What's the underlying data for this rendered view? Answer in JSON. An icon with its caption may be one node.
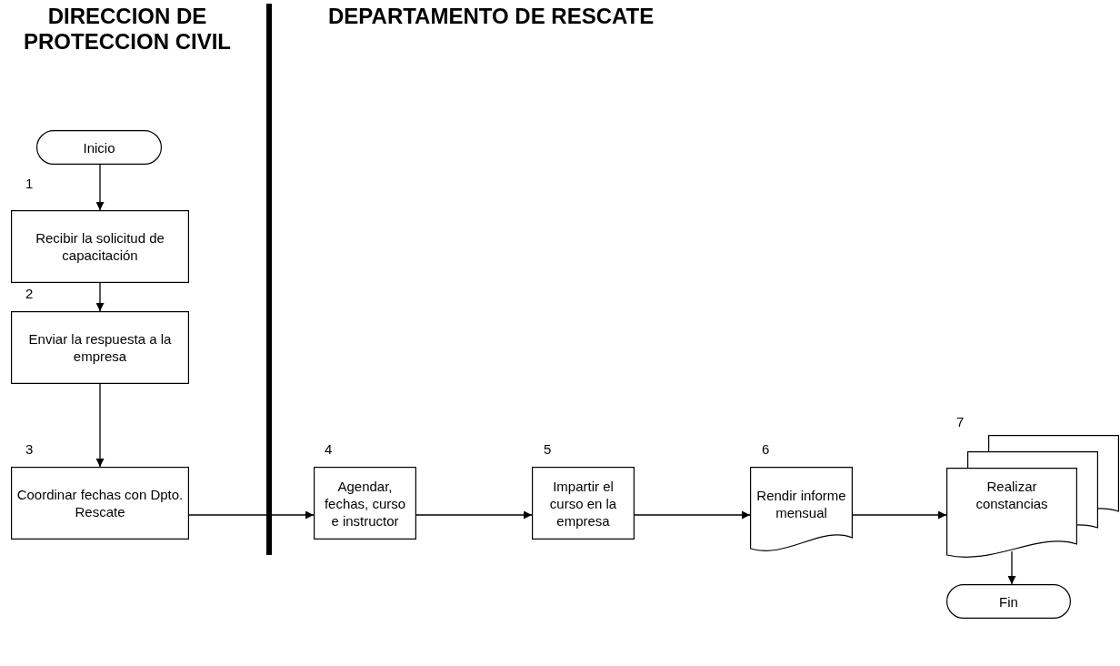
{
  "diagram": {
    "nodes": [
      {
        "text": [
          "Inicio"
        ]
      },
      {
        "text": [
          "Recibir la solicitud de capacitación"
        ],
        "beside": [
          "1"
        ]
      },
      {
        "text": [
          "Enviar la respuesta a la empresa"
        ],
        "beside": [
          "2"
        ]
      },
      {
        "text": [
          "Coordinar fechas con Dpto. Rescate"
        ],
        "beside": [
          "3"
        ]
      },
      {
        "text": [
          "Agendar, fechas, curso e instructor"
        ],
        "beside": [
          "4"
        ]
      },
      {
        "text": [
          "Impartir el curso en la empresa"
        ],
        "beside": [
          "5"
        ]
      },
      {
        "text": [
          "Rendir informe mensual"
        ],
        "beside": [
          "6"
        ]
      },
      {
        "text": [
          "Realizar constancias"
        ],
        "beside": [
          "7"
        ]
      },
      {
        "text": [
          "Fin"
        ]
      }
    ],
    "edges": [
      {
        "from": 0,
        "to": 1,
        "arrow": "to"
      },
      {
        "from": 1,
        "to": 2,
        "arrow": "to"
      },
      {
        "from": 2,
        "to": 3,
        "arrow": "to"
      },
      {
        "from": 3,
        "to": 4,
        "arrow": "to"
      },
      {
        "from": 4,
        "to": 5,
        "arrow": "to"
      },
      {
        "from": 5,
        "to": 6,
        "arrow": "to"
      },
      {
        "from": 6,
        "to": 7,
        "arrow": "to"
      },
      {
        "from": 7,
        "to": 8,
        "arrow": "to"
      }
    ],
    "labels": [
      "DIRECCION DE PROTECCION CIVIL",
      "DEPARTAMENTO DE RESCATE"
    ]
  }
}
